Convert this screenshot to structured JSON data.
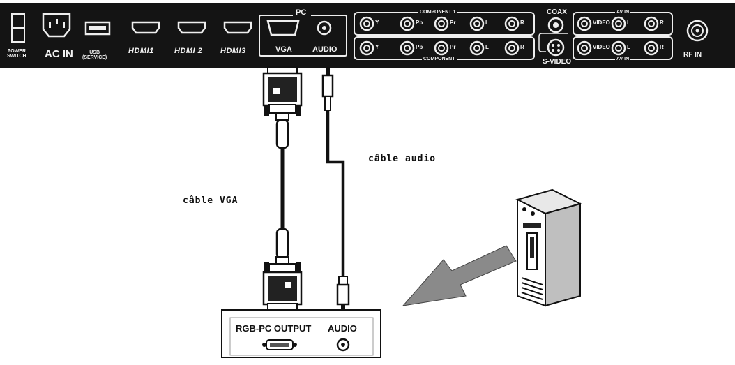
{
  "panel": {
    "power_switch": "POWER\nSWITCH",
    "ac_in": "AC IN",
    "usb": "USB\n(SERVICE)",
    "hdmi": [
      "HDMI1",
      "HDMI 2",
      "HDMI3"
    ],
    "pc_group": "PC",
    "vga": "VGA",
    "audio": "AUDIO",
    "component_1": "COMPONENT 1",
    "component_2": "COMPONENT",
    "component_channels": [
      "Y",
      "Pb",
      "Pr",
      "L",
      "R"
    ],
    "coax": "COAX",
    "s_video": "S-VIDEO",
    "av_in_1": "AV IN",
    "av_in_2": "AV IN",
    "av_channels": [
      "VIDEO",
      "L",
      "R"
    ],
    "rf_in": "RF IN"
  },
  "cables": {
    "vga_label": "câble VGA",
    "audio_label": "câble audio"
  },
  "pc_panel": {
    "rgb_output": "RGB-PC OUTPUT",
    "audio": "AUDIO"
  },
  "colors": {
    "panel_bg": "#141414",
    "panel_text": "#f2f2f2",
    "arrow_fill": "#8a8a8a"
  }
}
